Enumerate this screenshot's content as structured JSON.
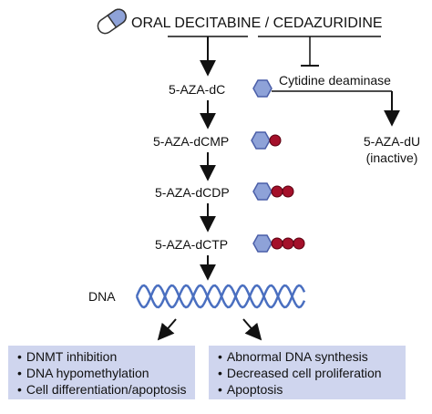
{
  "drug": {
    "name": "ORAL DECITABINE / CEDAZURIDINE",
    "icon": "pill-capsule-icon"
  },
  "enzyme": {
    "name": "Cytidine deaminase",
    "product": "5-AZA-dU",
    "product_note": "(inactive)"
  },
  "metabolites": [
    {
      "label": "5-AZA-dC",
      "phosphates": 0
    },
    {
      "label": "5-AZA-dCMP",
      "phosphates": 1
    },
    {
      "label": "5-AZA-dCDP",
      "phosphates": 2
    },
    {
      "label": "5-AZA-dCTP",
      "phosphates": 3
    }
  ],
  "dna": {
    "label": "DNA",
    "icon": "dna-double-helix-icon"
  },
  "effects": {
    "left": [
      "DNMT inhibition",
      "DNA hypomethylation",
      "Cell differentiation/apoptosis"
    ],
    "right": [
      "Abnormal DNA synthesis",
      "Decreased cell proliferation",
      "Apoptosis"
    ]
  },
  "colors": {
    "nucleoside_fill": "#8ea2d8",
    "nucleoside_stroke": "#4a5ea8",
    "phosphate": "#a4102a",
    "box_fill": "#cfd5ee",
    "pill_white": "#ffffff",
    "pill_blue": "#8ea2d8",
    "helix": "#4a6fc0"
  }
}
